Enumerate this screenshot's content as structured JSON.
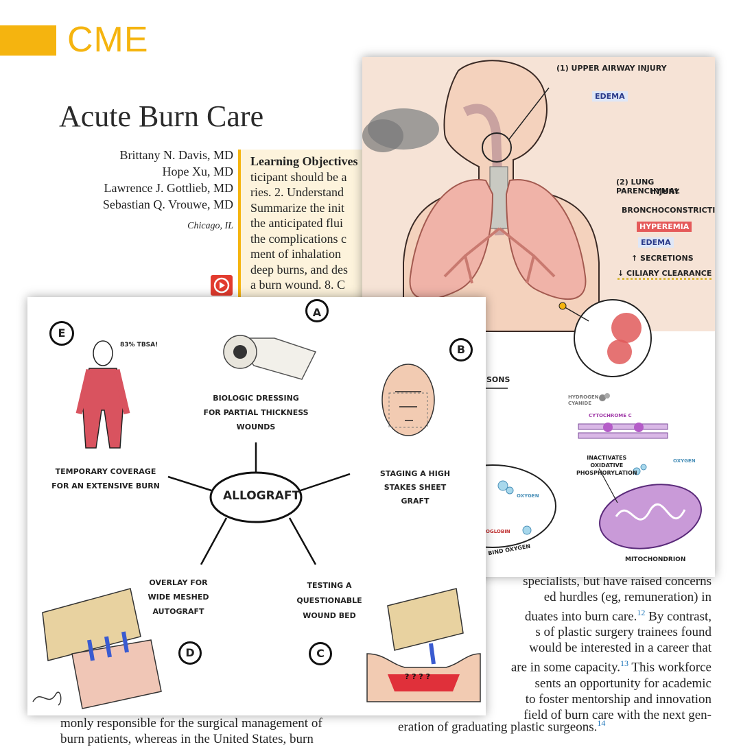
{
  "header": {
    "section_label": "CME"
  },
  "article": {
    "title": "Acute Burn Care",
    "authors": [
      "Brittany N. Davis, MD",
      "Hope Xu, MD",
      "Lawrence J. Gottlieb, MD",
      "Sebastian Q. Vrouwe, MD"
    ],
    "location": "Chicago, IL",
    "learning_objectives": {
      "heading": "Learning Objectives",
      "lines": [
        "ticipant should be a",
        "ries. 2. Understand",
        "Summarize the init",
        "the anticipated flui",
        "the complications c",
        "ment of inhalation",
        "deep burns, and des",
        "a burn wound. 8. C"
      ]
    },
    "body_left_lines": [
      "monly responsible for the surgical management of",
      "burn patients, whereas in the United States, burn"
    ],
    "body_right": [
      {
        "text": "specialists, but have raised concerns",
        "ref": ""
      },
      {
        "text": "ed hurdles (eg, remuneration) in",
        "ref": ""
      },
      {
        "text": "duates into burn care.",
        "ref": "12",
        "tail": " By contrast,"
      },
      {
        "text": "s of plastic surgery trainees found",
        "ref": ""
      },
      {
        "text": "would be interested in a career that",
        "ref": ""
      },
      {
        "text": "are in some capacity.",
        "ref": "13",
        "tail": " This workforce"
      },
      {
        "text": "sents an opportunity for academic",
        "ref": ""
      },
      {
        "text": "to foster mentorship and innovation",
        "ref": ""
      },
      {
        "text": "field of burn care with the next gen-",
        "ref": ""
      },
      {
        "text": "eration of graduating plastic surgeons.",
        "ref": "14"
      }
    ]
  },
  "inhalation_figure": {
    "label_1": "UPPER AIRWAY INJURY",
    "num_1": "1",
    "edema_1": "EDEMA",
    "num_2": "2",
    "label_2_line1": "LUNG PARENCHYMAL",
    "label_2_line2": "INJURY",
    "bronchoconstriction": "BRONCHOCONSTRICTION",
    "hyperemia": "HYPEREMIA",
    "edema_2": "EDEMA",
    "secretions": "↑ SECRETIONS",
    "ciliary": "↓ CILIARY CLEARANCE",
    "sons_fragment": "SONS",
    "hydrogen_cyanide_1": "HYDROGEN",
    "hydrogen_cyanide_2": "CYANIDE",
    "cytochrome": "CYTOCHROME C",
    "inactivates_1": "INACTIVATES",
    "inactivates_2": "OXIDATIVE",
    "inactivates_3": "PHOSPHORYLATION",
    "oxygen_right": "OXYGEN",
    "oxygen_left": "OXYGEN",
    "hemoglobin_fragment": "OGLOBIN",
    "bind_oxygen": "BIND OXYGEN",
    "mitochondrion": "MITOCHONDRION"
  },
  "allograft_figure": {
    "center": "ALLOGRAFT",
    "a_letter": "A",
    "a_line1": "BIOLOGIC DRESSING",
    "a_line2": "FOR PARTIAL THICKNESS",
    "a_line3": "WOUNDS",
    "b_letter": "B",
    "b_line1": "STAGING A HIGH",
    "b_line2": "STAKES SHEET GRAFT",
    "c_letter": "C",
    "c_line1": "TESTING A",
    "c_line2": "QUESTIONABLE",
    "c_line3": "WOUND BED",
    "d_letter": "D",
    "d_line1": "OVERLAY FOR",
    "d_line2": "WIDE MESHED",
    "d_line3": "AUTOGRAFT",
    "e_letter": "E",
    "e_line1": "TEMPORARY COVERAGE",
    "e_line2": "FOR AN EXTENSIVE BURN",
    "tbsa": "83% TBSA!",
    "wound_marks": "? ? ? ?"
  },
  "colors": {
    "accent": "#f5b40f",
    "skin": "#f6dccb",
    "lung": "#f0b3a8",
    "burn_red": "#e05a5a",
    "ref_blue": "#1a73b8"
  }
}
